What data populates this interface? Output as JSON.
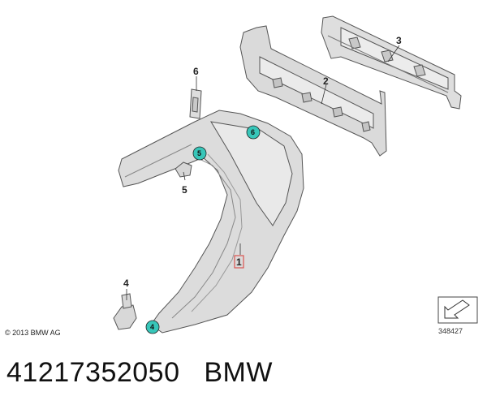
{
  "callouts": {
    "c1": "1",
    "c2": "2",
    "c3": "3",
    "c4": "4",
    "c5": "5",
    "c6": "6"
  },
  "markers": {
    "m4": "4",
    "m5": "5",
    "m6": "6"
  },
  "copyright": "© 2013 BMW AG",
  "drawing_number": "348427",
  "caption": "41217352050   BMW",
  "colors": {
    "marker_fill": "#37c6b9",
    "highlight_box": "#d9534f",
    "part_fill": "#dcdcdc",
    "part_stroke": "#555555"
  }
}
